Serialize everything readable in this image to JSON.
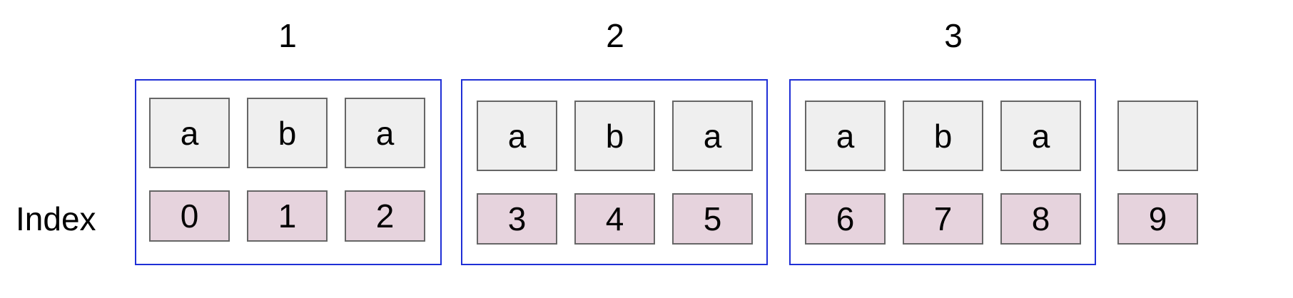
{
  "groups": [
    {
      "number": "1",
      "chars": [
        "a",
        "b",
        "a"
      ],
      "indices": [
        "0",
        "1",
        "2"
      ]
    },
    {
      "number": "2",
      "chars": [
        "a",
        "b",
        "a"
      ],
      "indices": [
        "3",
        "4",
        "5"
      ]
    },
    {
      "number": "3",
      "chars": [
        "a",
        "b",
        "a"
      ],
      "indices": [
        "6",
        "7",
        "8"
      ]
    }
  ],
  "trailing": {
    "char": "",
    "index": "9"
  },
  "index_label": "Index",
  "colors": {
    "group_border": "#1f2fd6",
    "char_cell_fill": "#efefef",
    "index_cell_fill": "#e6d3dd",
    "cell_border": "#666666"
  }
}
